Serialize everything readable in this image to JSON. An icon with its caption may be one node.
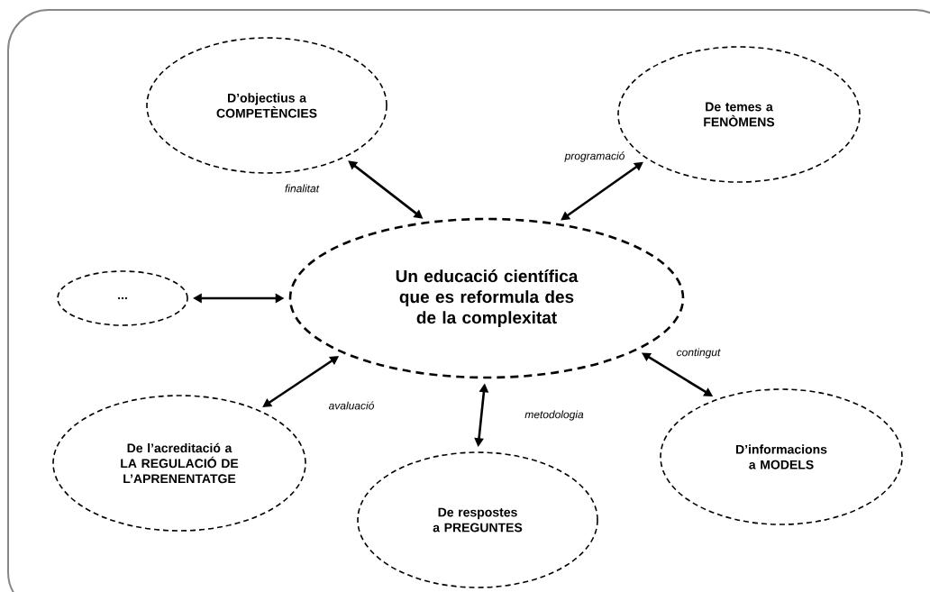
{
  "diagram": {
    "nodes": [
      {
        "text": [
          "Un educació científica que es reformula des de la complexitat"
        ]
      },
      {
        "text": [
          "D’objectius a COMPETÈNCIES"
        ]
      },
      {
        "text": [
          "De temes a FENÒMENS"
        ]
      },
      {
        "text": [
          "..."
        ]
      },
      {
        "text": [
          "De l’acreditació a LA REGULACIÓ DE L’APRENENTATGE"
        ]
      },
      {
        "text": [
          "De respostes a PREGUNTES"
        ]
      },
      {
        "text": [
          "D’informacions a MODELS"
        ]
      }
    ],
    "edges": [
      {
        "from": 1,
        "to": 0,
        "arrow": "both",
        "label": "finalitat"
      },
      {
        "from": 2,
        "to": 0,
        "arrow": "both",
        "label": "programació"
      },
      {
        "from": 3,
        "to": 0,
        "arrow": "both"
      },
      {
        "from": 4,
        "to": 0,
        "arrow": "both",
        "label": "avaluació"
      },
      {
        "from": 5,
        "to": 0,
        "arrow": "both",
        "label": "metodologia"
      },
      {
        "from": 6,
        "to": 0,
        "arrow": "both",
        "label": "contingut"
      }
    ]
  }
}
